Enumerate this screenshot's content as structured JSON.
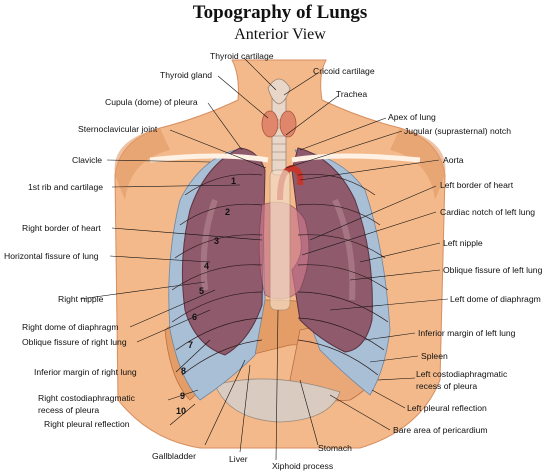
{
  "header": {
    "title": "Topography of Lungs",
    "subtitle": "Anterior View"
  },
  "labels": {
    "thyroid_cartilage": "Thyroid cartilage",
    "thyroid_gland": "Thyroid gland",
    "cricoid_cartilage": "Cricoid cartilage",
    "cupula": "Cupula (dome) of pleura",
    "trachea": "Trachea",
    "sternoclavicular_joint": "Sternoclavicular joint",
    "apex_of_lung": "Apex of lung",
    "jugular_notch": "Jugular (suprasternal) notch",
    "clavicle": "Clavicle",
    "aorta": "Aorta",
    "first_rib": "1st rib and cartilage",
    "left_border_heart": "Left border of heart",
    "cardiac_notch": "Cardiac notch of left lung",
    "right_border_heart": "Right border of heart",
    "left_nipple": "Left nipple",
    "horizontal_fissure": "Horizontal fissure of lung",
    "oblique_fissure_left": "Oblique fissure of left lung",
    "right_nipple": "Right nipple",
    "left_dome": "Left dome of diaphragm",
    "right_dome": "Right dome of diaphragm",
    "oblique_fissure_right": "Oblique fissure of right lung",
    "inferior_margin_left": "Inferior margin of left lung",
    "spleen": "Spleen",
    "inferior_margin_right": "Inferior margin of right lung",
    "left_costodiaphragmatic_1": "Left costodiaphragmatic",
    "left_costodiaphragmatic_2": "recess of pleura",
    "right_costodiaphragmatic_1": "Right costodiaphragmatic",
    "right_costodiaphragmatic_2": "recess of pleura",
    "left_pleural_reflection": "Left pleural reflection",
    "right_pleural_reflection": "Right pleural reflection",
    "bare_area": "Bare area of pericardium",
    "stomach": "Stomach",
    "gallbladder": "Gallbladder",
    "liver": "Liver",
    "xiphoid": "Xiphoid process"
  },
  "rib_numbers": [
    "1",
    "2",
    "3",
    "4",
    "5",
    "6",
    "7",
    "8",
    "9",
    "10"
  ],
  "colors": {
    "skin": "#f3b98a",
    "skin_dark": "#e39a67",
    "lung": "#8f5a6c",
    "lung_light": "#b58794",
    "pleura": "#a9bfd6",
    "heart": "#d46a4a",
    "liver": "#e49d66",
    "thyroid": "#e0866a"
  }
}
